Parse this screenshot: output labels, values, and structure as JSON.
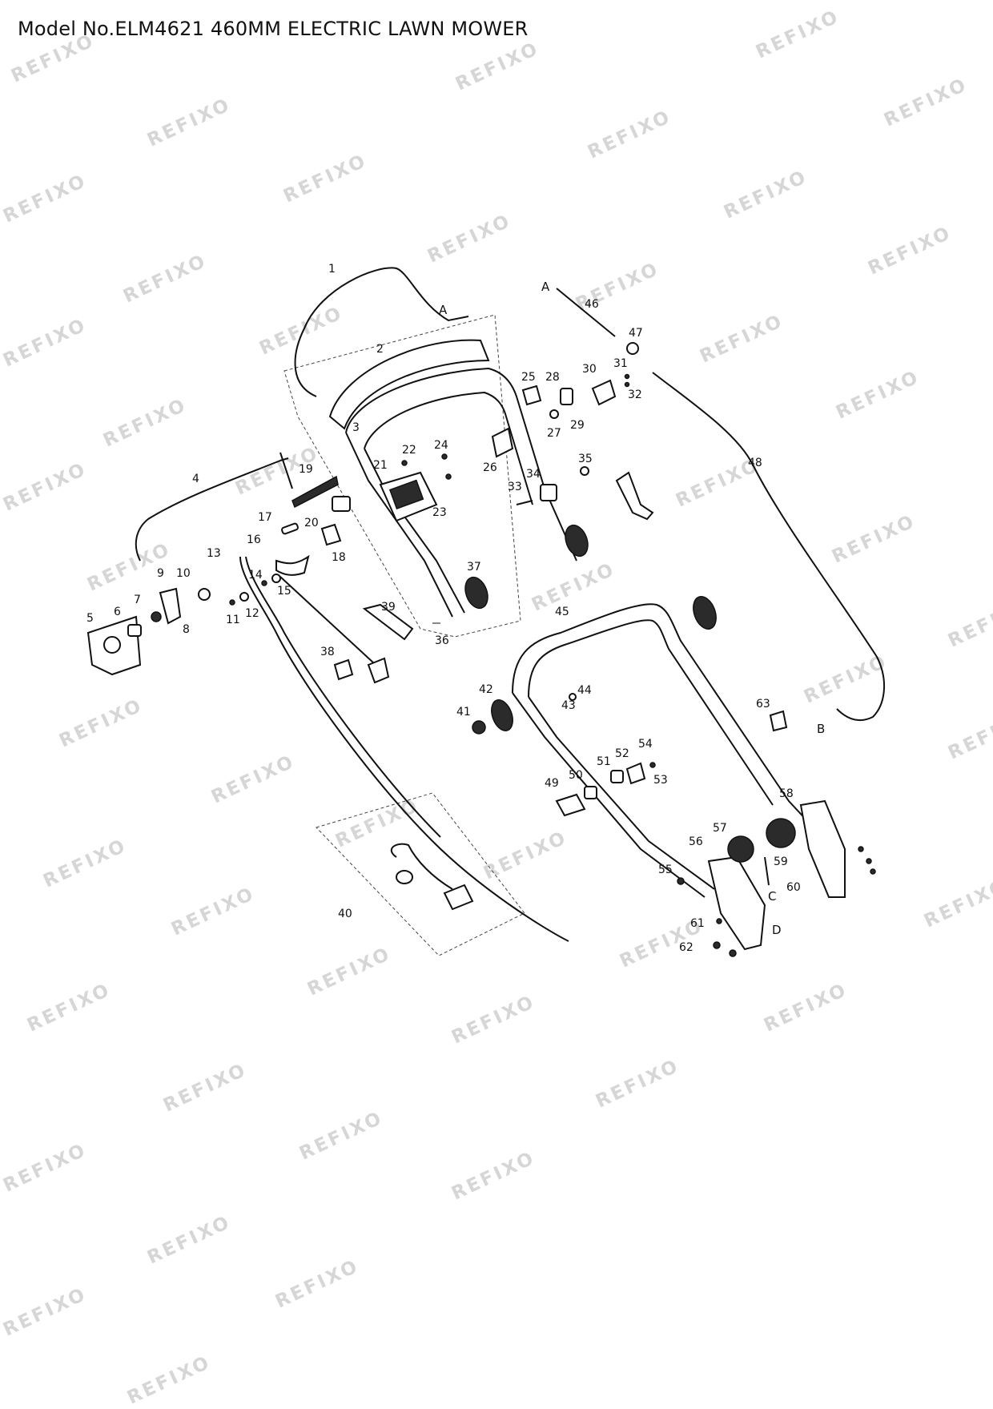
{
  "title": "Model No.ELM4621 460MM ELECTRIC LAWN MOWER",
  "watermark": "REFIXO",
  "part_numbers": [
    "1",
    "2",
    "3",
    "4",
    "5",
    "6",
    "7",
    "8",
    "9",
    "10",
    "11",
    "12",
    "13",
    "14",
    "15",
    "16",
    "17",
    "18",
    "19",
    "20",
    "21",
    "22",
    "23",
    "24",
    "25",
    "26",
    "27",
    "28",
    "29",
    "30",
    "31",
    "32",
    "33",
    "34",
    "35",
    "36",
    "37",
    "38",
    "39",
    "40",
    "41",
    "42",
    "43",
    "44",
    "45",
    "46",
    "47",
    "48",
    "49",
    "50",
    "51",
    "52",
    "53",
    "54",
    "55",
    "56",
    "57",
    "58",
    "59",
    "60",
    "61",
    "62",
    "63"
  ],
  "connection_labels": [
    "A",
    "A",
    "B",
    "C",
    "D"
  ]
}
